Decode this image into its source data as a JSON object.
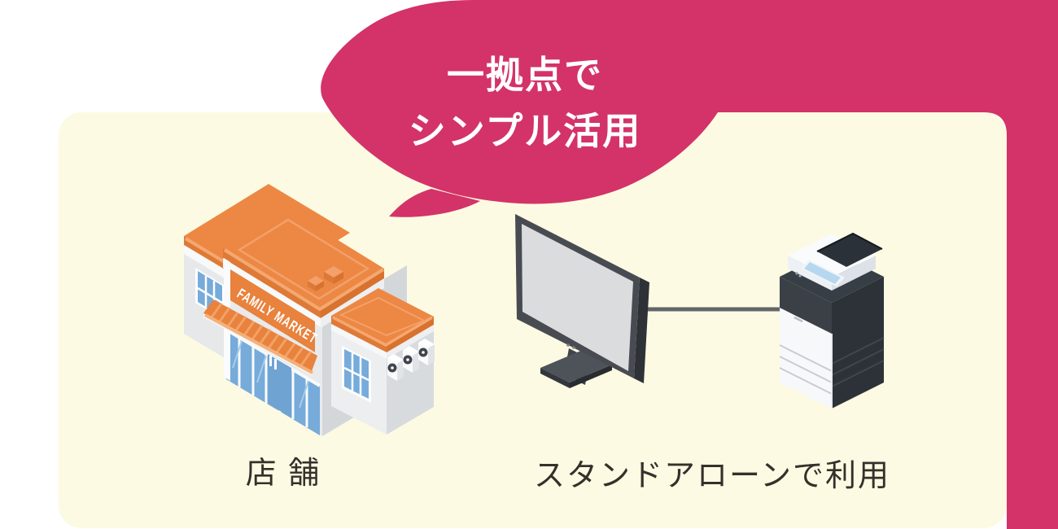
{
  "speech_bubble": {
    "lines": [
      "一拠点で",
      "シンプル活用"
    ],
    "fill_color": "#d33368",
    "text_color": "#ffffff"
  },
  "panel": {
    "background_color": "#fdfae3"
  },
  "store": {
    "sign_text": "FAMILY MARKET",
    "label": "店 舗",
    "roof_color": "#ec8843",
    "window_color": "#76abda"
  },
  "standalone": {
    "label": "スタンドアローンで利用"
  },
  "icons": {
    "store": "store-building-illustration",
    "monitor": "desktop-monitor-illustration",
    "printer": "multifunction-printer-illustration",
    "connection": "cable-line"
  },
  "text_color_dark": "#35302a"
}
